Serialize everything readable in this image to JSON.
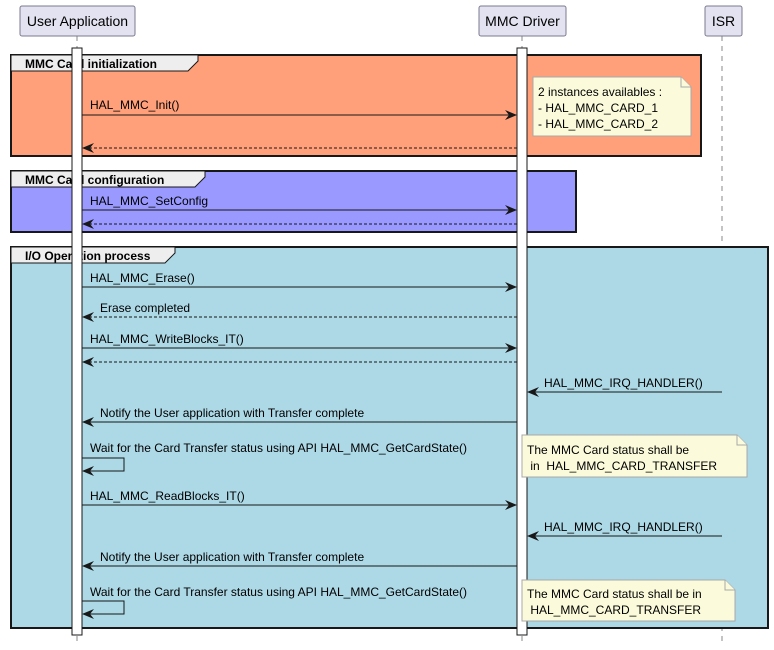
{
  "participants": [
    {
      "id": "user",
      "label": "User Application"
    },
    {
      "id": "driver",
      "label": "MMC Driver"
    },
    {
      "id": "isr",
      "label": "ISR"
    }
  ],
  "colors": {
    "participant_fill": "#e2e2f0",
    "participant_border": "#7b7b8f",
    "group_init": "#ffa07a",
    "group_config": "#9999ff",
    "group_io": "#add8e6",
    "group_title_fill": "#eeeeee",
    "note_fill": "#fbfbdc",
    "note_border": "#a8a8a8",
    "line": "#181818"
  },
  "groups": [
    {
      "id": "init",
      "title": "MMC Card initialization",
      "color_key": "group_init",
      "messages": [
        {
          "from": "user",
          "to": "driver",
          "label": "HAL_MMC_Init()",
          "style": "solid"
        },
        {
          "from": "driver",
          "to": "user",
          "label": "",
          "style": "dashed"
        }
      ],
      "note": {
        "lines": [
          "2 instances availables :",
          "- HAL_MMC_CARD_1",
          "- HAL_MMC_CARD_2"
        ]
      }
    },
    {
      "id": "config",
      "title": "MMC Card configuration",
      "color_key": "group_config",
      "messages": [
        {
          "from": "user",
          "to": "driver",
          "label": "HAL_MMC_SetConfig",
          "style": "solid"
        },
        {
          "from": "driver",
          "to": "user",
          "label": "",
          "style": "dashed"
        }
      ]
    },
    {
      "id": "io",
      "title": "I/O Operation process",
      "color_key": "group_io",
      "messages": [
        {
          "from": "user",
          "to": "driver",
          "label": "HAL_MMC_Erase()",
          "style": "solid"
        },
        {
          "from": "driver",
          "to": "user",
          "label": "Erase completed",
          "style": "dashed"
        },
        {
          "from": "user",
          "to": "driver",
          "label": "HAL_MMC_WriteBlocks_IT()",
          "style": "solid"
        },
        {
          "from": "driver",
          "to": "user",
          "label": "",
          "style": "dashed"
        },
        {
          "from": "isr",
          "to": "driver",
          "label": "HAL_MMC_IRQ_HANDLER()",
          "style": "solid"
        },
        {
          "from": "driver",
          "to": "user",
          "label": "Notify the User application with Transfer complete",
          "style": "solid"
        },
        {
          "from": "user",
          "to": "user",
          "label": "Wait for the Card Transfer status using API HAL_MMC_GetCardState()",
          "style": "self"
        },
        {
          "from": "user",
          "to": "driver",
          "label": "HAL_MMC_ReadBlocks_IT()",
          "style": "solid"
        },
        {
          "from": "isr",
          "to": "driver",
          "label": "HAL_MMC_IRQ_HANDLER()",
          "style": "solid"
        },
        {
          "from": "driver",
          "to": "user",
          "label": "Notify the User application with Transfer complete",
          "style": "solid"
        },
        {
          "from": "user",
          "to": "user",
          "label": "Wait for the Card Transfer status using API HAL_MMC_GetCardState()",
          "style": "self"
        }
      ],
      "notes": [
        {
          "lines": [
            "The MMC Card status shall be",
            " in  HAL_MMC_CARD_TRANSFER"
          ]
        },
        {
          "lines": [
            "The MMC Card status shall be in",
            " HAL_MMC_CARD_TRANSFER"
          ]
        }
      ]
    }
  ]
}
